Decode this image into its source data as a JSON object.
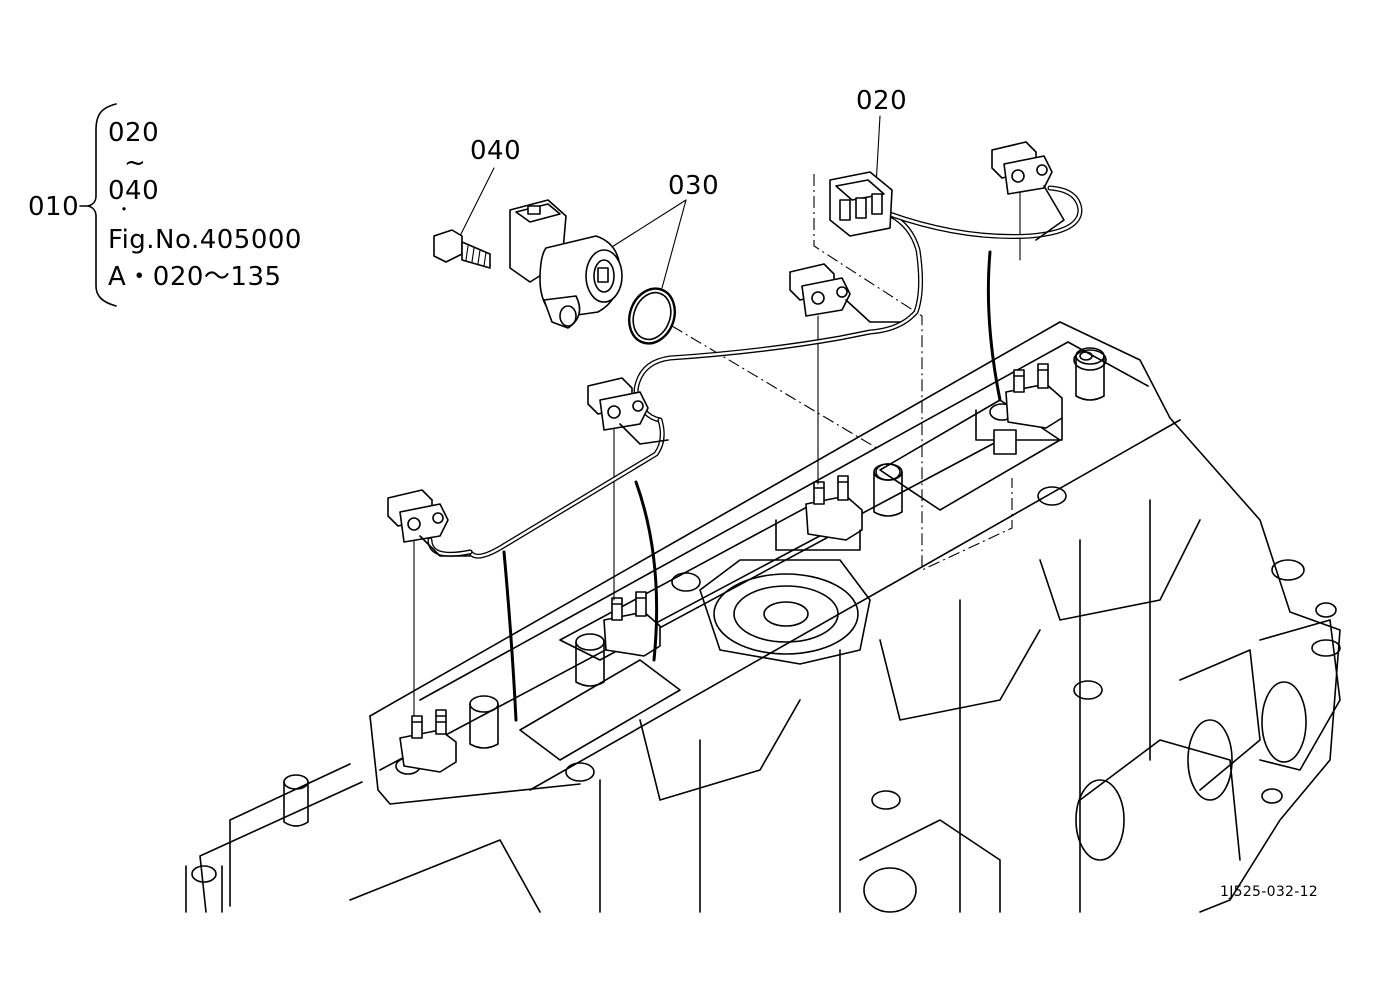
{
  "legend": {
    "parent_code": "010",
    "range_start": "020",
    "tilde": "~",
    "range_end": "040",
    "dot": "・",
    "fig_ref": "Fig.No.405000",
    "fig_range": "A・020～135"
  },
  "callouts": {
    "harness": "020",
    "o_ring": "030",
    "bolt": "040"
  },
  "drawing_id": "1J525-032-12"
}
